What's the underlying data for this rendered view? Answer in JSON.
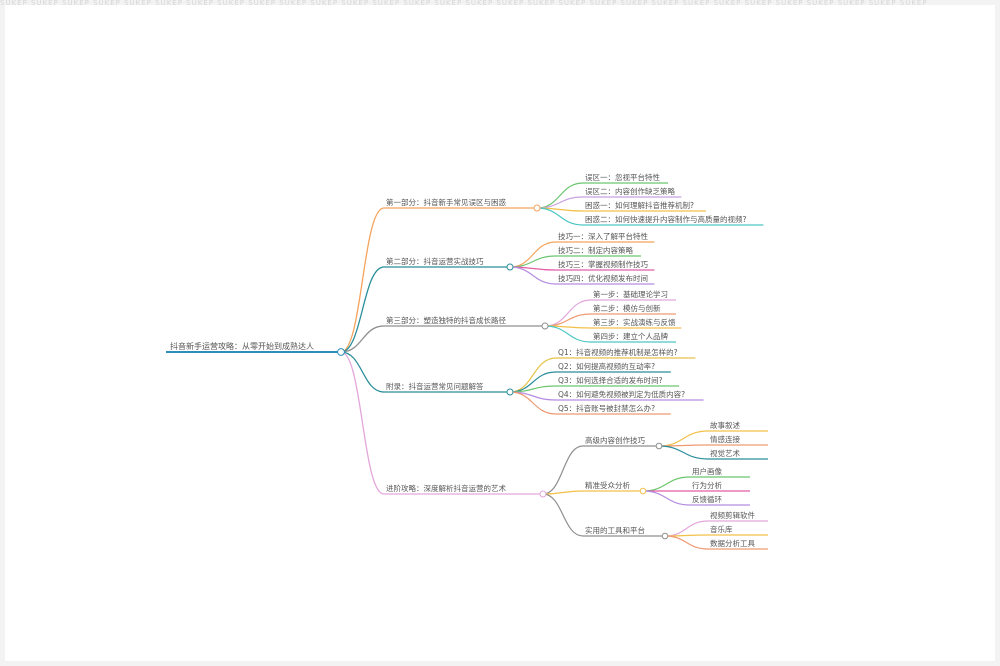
{
  "watermark": "SUKEP SUKEP SUKEP SUKEP SUKEP SUKEP SUKEP SUKEP SUKEP SUKEP SUKEP SUKEP SUKEP SUKEP SUKEP SUKEP SUKEP SUKEP SUKEP SUKEP SUKEP SUKEP SUKEP SUKEP SUKEP SUKEP SUKEP SUKEP SUKEP SUKEP",
  "root": {
    "label": "抖音新手运营攻略：从零开始到成熟达人",
    "color": "#2d8fb8"
  },
  "branches": [
    {
      "label": "第一部分：抖音新手常见误区与困惑",
      "color": "#f5a35c",
      "children": [
        {
          "label": "误区一：忽视平台特性",
          "color": "#6cc56e"
        },
        {
          "label": "误区二：内容创作缺乏策略",
          "color": "#c9a0e0"
        },
        {
          "label": "困惑一：如何理解抖音推荐机制?",
          "color": "#f2c04a"
        },
        {
          "label": "困惑二：如何快速提升内容制作与高质量的视频?",
          "color": "#4cc7c4"
        }
      ]
    },
    {
      "label": "第二部分：抖音运营实战技巧",
      "color": "#2a8e9a",
      "children": [
        {
          "label": "技巧一：深入了解平台特性",
          "color": "#f5a35c"
        },
        {
          "label": "技巧二：制定内容策略",
          "color": "#6cc56e"
        },
        {
          "label": "技巧三：掌握视频制作技巧",
          "color": "#e35ea6"
        },
        {
          "label": "技巧四：优化视频发布时间",
          "color": "#b58ce0"
        }
      ]
    },
    {
      "label": "第三部分：塑造独特的抖音成长路径",
      "color": "#8f8f8f",
      "children": [
        {
          "label": "第一步：基础理论学习",
          "color": "#e3a6dc"
        },
        {
          "label": "第二步：模仿与创新",
          "color": "#ee9a72"
        },
        {
          "label": "第三步：实战演练与反馈",
          "color": "#f2c04a"
        },
        {
          "label": "第四步：建立个人品牌",
          "color": "#4cc7c4"
        }
      ]
    },
    {
      "label": "附录：抖音运营常见问题解答",
      "color": "#2a8e9a",
      "children": [
        {
          "label": "Q1：抖音视频的推荐机制是怎样的?",
          "color": "#e3c24a"
        },
        {
          "label": "Q2：如何提高视频的互动率?",
          "color": "#2a8e9a"
        },
        {
          "label": "Q3：如何选择合适的发布时间?",
          "color": "#6cc56e"
        },
        {
          "label": "Q4：如何避免视频被判定为低质内容?",
          "color": "#b58ce0"
        },
        {
          "label": "Q5：抖音账号被封禁怎么办?",
          "color": "#ee9a72"
        }
      ]
    },
    {
      "label": "进阶攻略：深度解析抖音运营的艺术",
      "color": "#e3a6dc",
      "children": [
        {
          "label": "高级内容创作技巧",
          "color": "#8f8f8f",
          "children": [
            {
              "label": "故事叙述",
              "color": "#f2c04a"
            },
            {
              "label": "情感连接",
              "color": "#ee9a72"
            },
            {
              "label": "视觉艺术",
              "color": "#2a8e9a"
            }
          ]
        },
        {
          "label": "精准受众分析",
          "color": "#f2c04a",
          "children": [
            {
              "label": "用户画像",
              "color": "#6cc56e"
            },
            {
              "label": "行为分析",
              "color": "#e35ea6"
            },
            {
              "label": "反馈循环",
              "color": "#b58ce0"
            }
          ]
        },
        {
          "label": "实用的工具和平台",
          "color": "#8f8f8f",
          "children": [
            {
              "label": "视频剪辑软件",
              "color": "#e3a6dc"
            },
            {
              "label": "音乐库",
              "color": "#f2c04a"
            },
            {
              "label": "数据分析工具",
              "color": "#ee9a72"
            }
          ]
        }
      ]
    }
  ]
}
